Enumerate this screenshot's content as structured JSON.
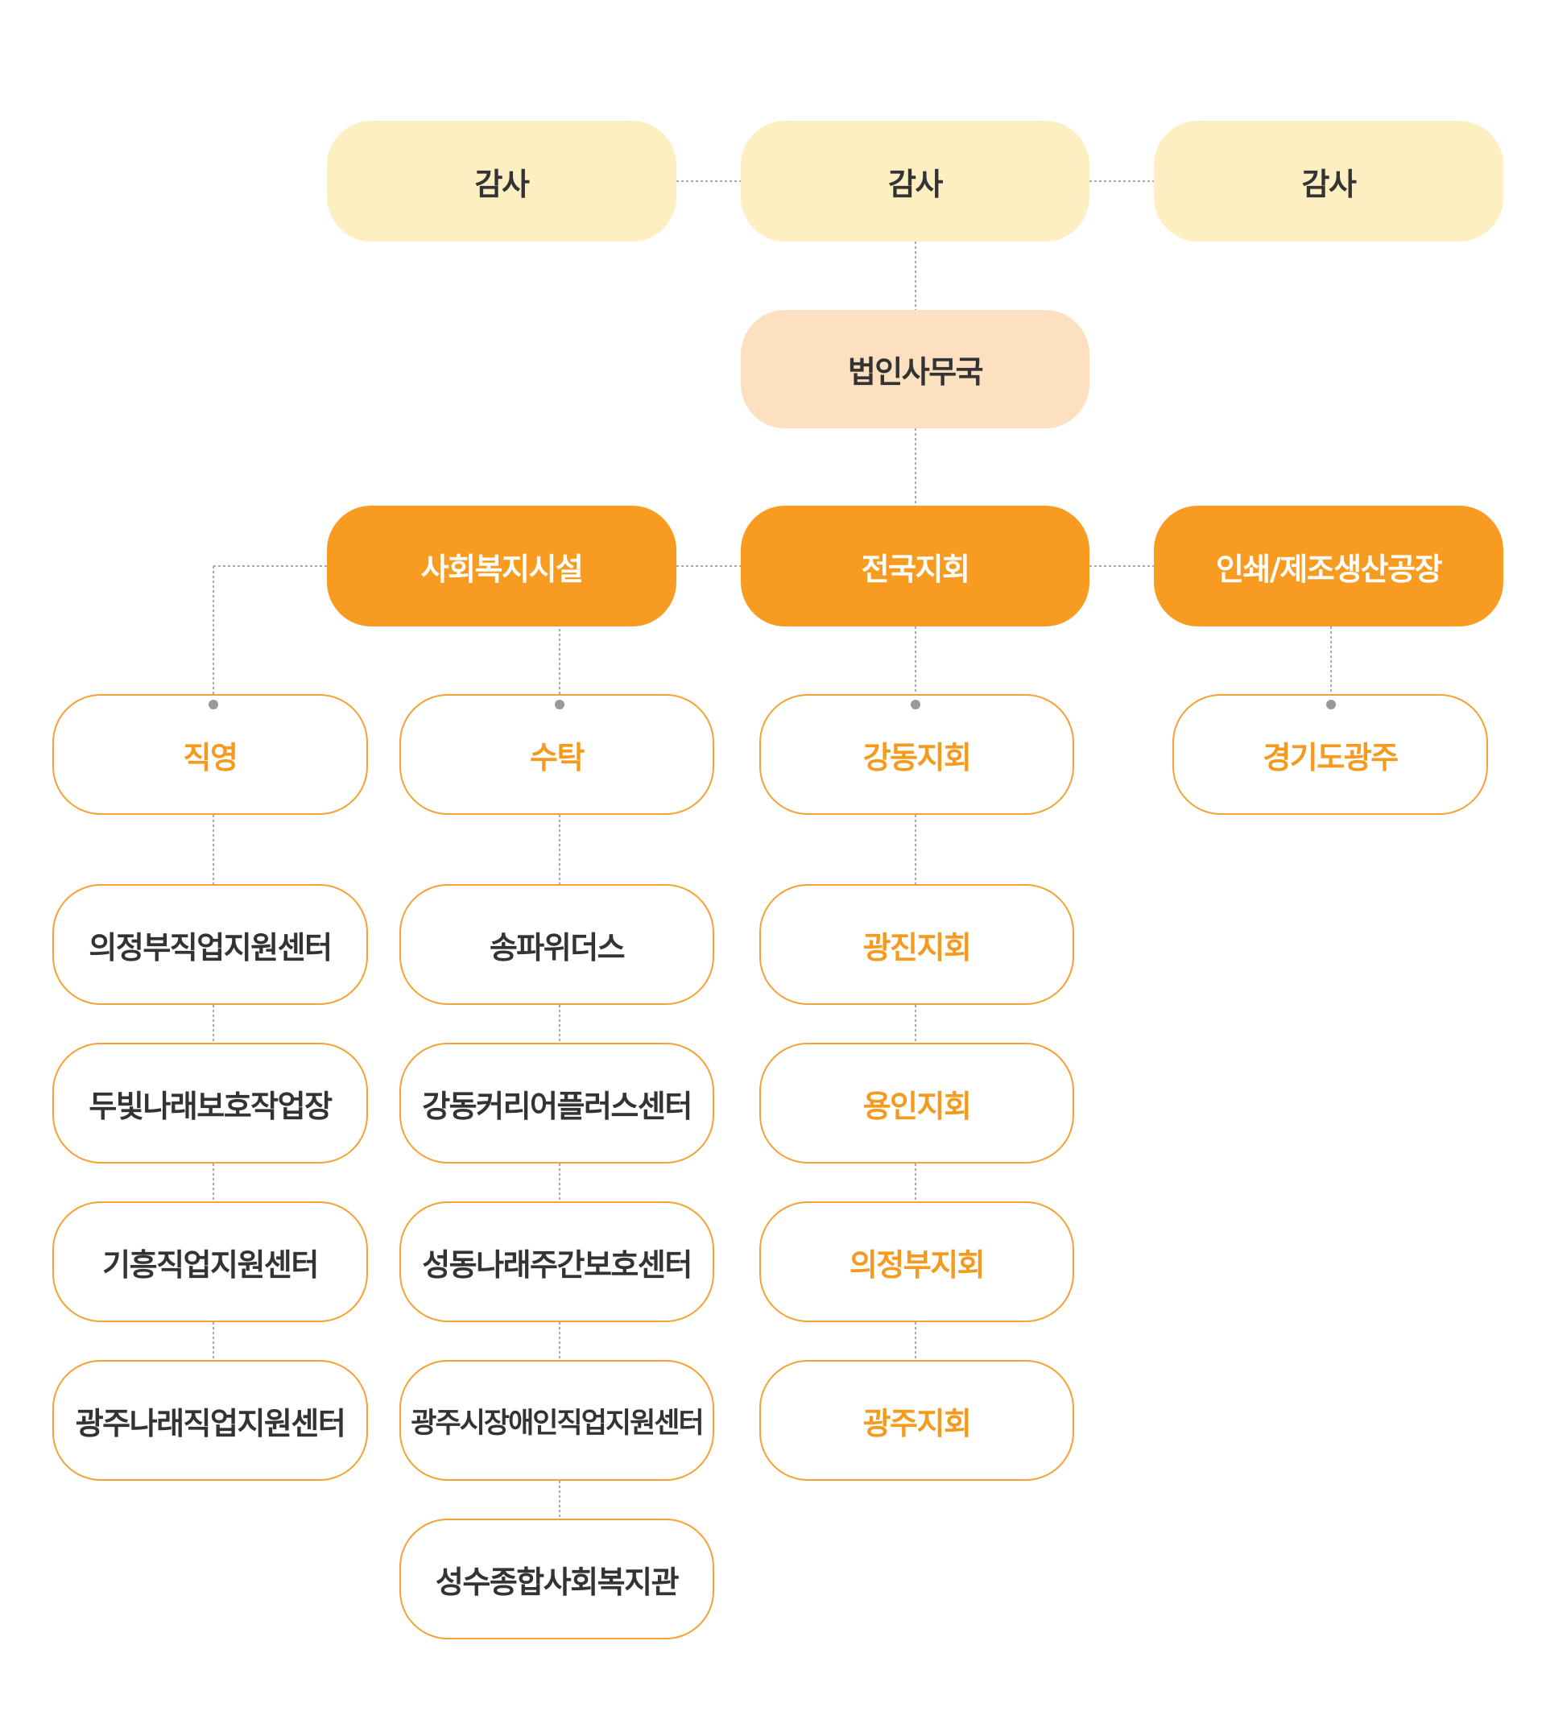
{
  "top": {
    "left_label": "감사",
    "center_label": "감사",
    "right_label": "감사"
  },
  "office": {
    "label": "법인사무국"
  },
  "divisions": {
    "welfare": "사회복지시설",
    "branches": "전국지회",
    "factory": "인쇄/제조생산공장"
  },
  "welfare": {
    "direct": {
      "label": "직영",
      "items": [
        "의정부직업지원센터",
        "두빛나래보호작업장",
        "기흥직업지원센터",
        "광주나래직업지원센터"
      ]
    },
    "commissioned": {
      "label": "수탁",
      "items": [
        "송파위더스",
        "강동커리어플러스센터",
        "성동나래주간보호센터",
        "광주시장애인직업지원센터",
        "성수종합사회복지관"
      ]
    }
  },
  "branches": {
    "items": [
      "강동지회",
      "광진지회",
      "용인지회",
      "의정부지회",
      "광주지회"
    ]
  },
  "factory": {
    "label": "경기도광주"
  },
  "colors": {
    "top_fill": "#fdefc2",
    "office_fill": "#fde0c0",
    "division_fill": "#f89c21",
    "accent": "#f39a1f",
    "border": "#f7a033",
    "connector": "#aaaaaa",
    "dot": "#999999"
  }
}
